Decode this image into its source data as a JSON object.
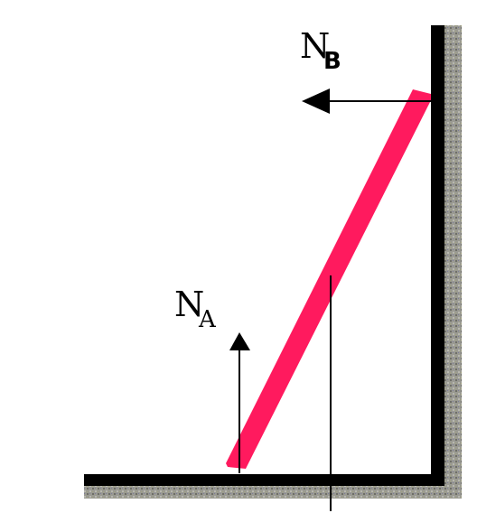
{
  "labels": {
    "normal_force_b": {
      "main": "N",
      "subscript": "B"
    },
    "normal_force_a": {
      "main": "N",
      "subscript": "A"
    }
  },
  "colors": {
    "ladder": "#ff1a5e",
    "surface": "#000000",
    "hatching": "#8c8c84",
    "arrow": "#000000"
  },
  "icons": {
    "floor": "floor-surface",
    "wall": "wall-surface",
    "ladder": "ladder-bar",
    "arrow_b": "arrow-left-icon",
    "arrow_a": "arrow-up-icon"
  }
}
